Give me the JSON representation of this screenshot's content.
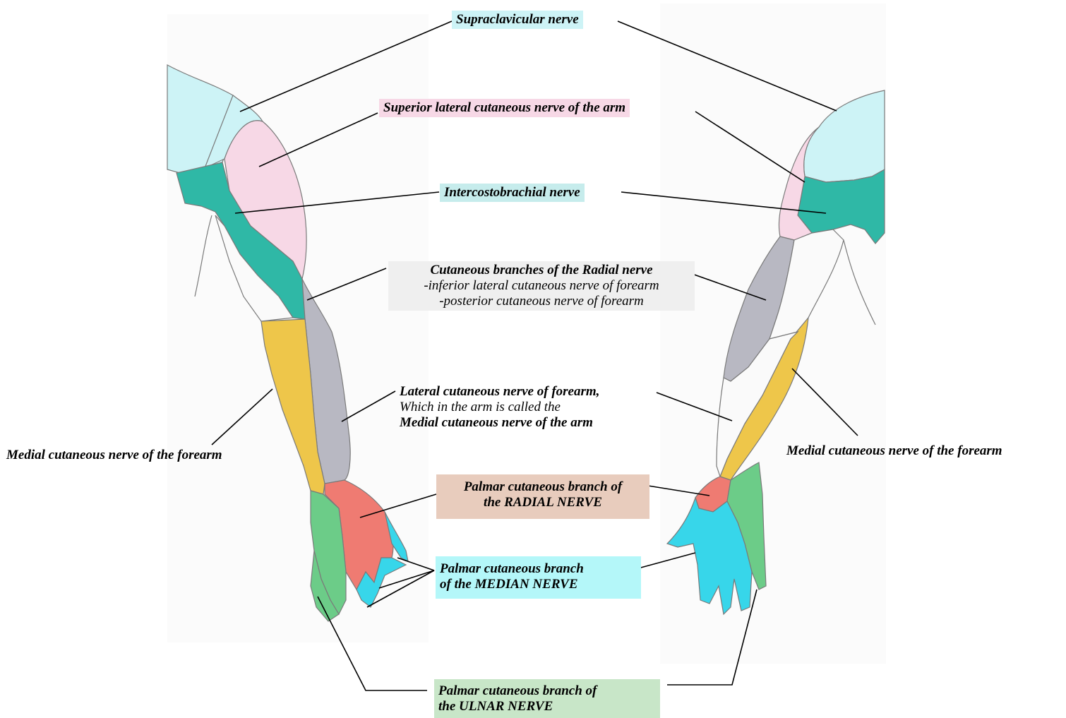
{
  "labels": {
    "supraclavicular": "Supraclavicular nerve",
    "superior_lateral": "Superior lateral cutaneous nerve of the arm",
    "intercostobrachial": "Intercostobrachial nerve",
    "radial_cutaneous": {
      "title": "Cutaneous branches of the Radial nerve",
      "line1": "-inferior lateral cutaneous nerve of forearm",
      "line2": "-posterior cutaneous nerve of forearm"
    },
    "lateral_forearm": {
      "title": "Lateral cutaneous nerve of forearm,",
      "line1": "Which in the arm is called the",
      "line2": "Medial cutaneous nerve of the arm"
    },
    "medial_forearm_left": "Medial cutaneous nerve of the forearm",
    "medial_forearm_right": "Medial cutaneous nerve of the forearm",
    "palmar_radial": {
      "line1": "Palmar cutaneous branch of",
      "line2": "the RADIAL NERVE"
    },
    "palmar_median": {
      "line1": "Palmar cutaneous branch",
      "line2": "of the MEDIAN NERVE"
    },
    "palmar_ulnar": {
      "line1": "Palmar cutaneous branch of",
      "line2": "the ULNAR NERVE"
    }
  },
  "colors": {
    "supraclavicular": "#cdf3f6",
    "superior_lateral": "#f7d8e6",
    "intercostobrachial": "#2fb8a6",
    "intercostobrachial_label_bg": "#c6ecec",
    "radial_cutaneous": "#b8b8c2",
    "radial_cutaneous_label_bg": "#efefef",
    "medial_forearm": "#eec64a",
    "palmar_radial": "#ef7b72",
    "palmar_radial_label_bg": "#e8ccbd",
    "palmar_median": "#37d6ea",
    "palmar_median_label_bg": "#b4f7f9",
    "palmar_ulnar": "#6ccc88",
    "palmar_ulnar_label_bg": "#c8e6c8"
  }
}
